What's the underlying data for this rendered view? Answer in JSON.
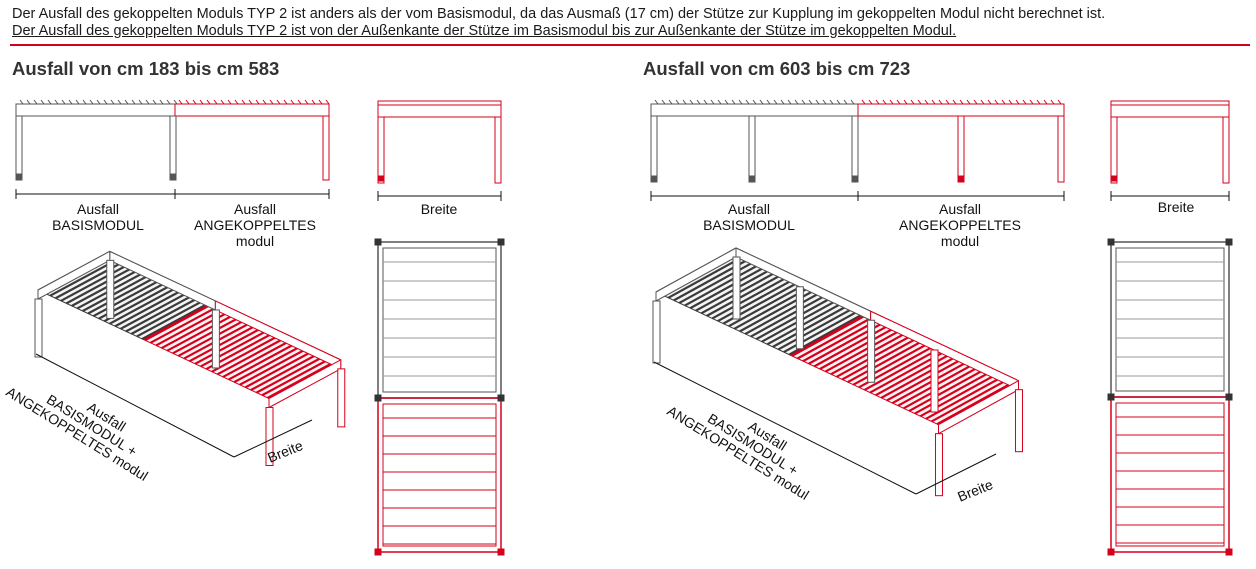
{
  "header": {
    "line1": "Der Ausfall des gekoppelten Moduls TYP 2 ist anders als der vom Basismodul, da das Ausmaß (17 cm) der Stütze zur Kupplung im gekoppelten Modul nicht berechnet ist.",
    "line2": "Der Ausfall des gekoppelten Moduls TYP 2 ist von der Außenkante der Stütze im Basismodul bis zur Außenkante der Stütze im gekoppelten Modul."
  },
  "colors": {
    "accent": "#d6001c",
    "structure": "#555555",
    "slat_dark": "#3a3a3a"
  },
  "sections": [
    {
      "title": "Ausfall von cm 183 bis cm 583",
      "base_label": [
        "Ausfall",
        "BASISMODUL"
      ],
      "coupled_label": [
        "Ausfall",
        "ANGEKOPPELTES",
        "modul"
      ],
      "width_label": "Breite",
      "iso_length_label": [
        "Ausfall",
        "BASISMODUL +",
        "ANGEKOPPELTES modul"
      ],
      "iso_width_label": "Breite"
    },
    {
      "title": "Ausfall von cm 603 bis cm 723",
      "base_label": [
        "Ausfall",
        "BASISMODUL"
      ],
      "coupled_label": [
        "Ausfall",
        "ANGEKOPPELTES",
        "modul"
      ],
      "width_label": "Breite",
      "iso_length_label": [
        "Ausfall",
        "BASISMODUL +",
        "ANGEKOPPELTES modul"
      ],
      "iso_width_label": "Breite"
    }
  ]
}
